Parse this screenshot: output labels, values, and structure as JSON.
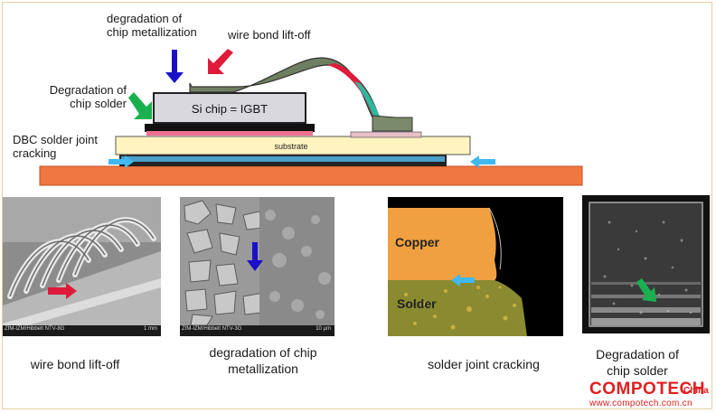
{
  "diagram": {
    "labels": {
      "chip_metallization": "degradation of\nchip metallization",
      "wire_bond": "wire bond lift-off",
      "chip_solder": "Degradation of\nchip solder",
      "dbc_solder": "DBC solder joint\ncracking",
      "si_chip": "Si chip = IGBT",
      "substrate": "substrate"
    },
    "colors": {
      "baseplate": "#f07840",
      "substrate": "#fff4c0",
      "chip": "#d8d8de",
      "arrow_blue": "#1a10c8",
      "arrow_red": "#e01a3a",
      "arrow_green": "#1ab050",
      "arrow_cyan": "#40b8f0"
    }
  },
  "photos": [
    {
      "caption": "wire bond lift-off",
      "footer": "ZfM-IZM/Hibbelt NTV-8G",
      "scale": "1 mm",
      "arrow_icon": "red-arrow-icon"
    },
    {
      "caption": "degradation of chip\nmetallization",
      "footer": "ZfM-IZM/Hibbelt NTV-3G",
      "scale": "10 µm",
      "arrow_icon": "blue-arrow-icon"
    },
    {
      "caption": "solder joint cracking",
      "upper_label": "Copper",
      "lower_label": "Solder",
      "arrow_icon": "cyan-arrow-icon"
    },
    {
      "caption": "Degradation of\nchip solder",
      "arrow_icon": "green-arrow-icon"
    }
  ],
  "watermark": {
    "brand": "COMPOTECH",
    "suffix": "China",
    "url": "www.compotech.com.cn"
  }
}
